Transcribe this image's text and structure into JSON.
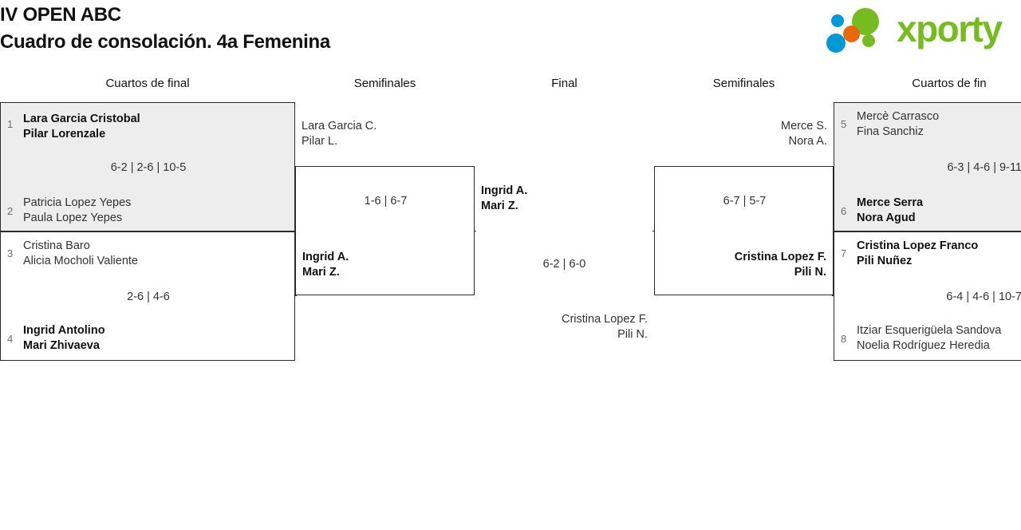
{
  "header": {
    "tournament": "IV OPEN ABC",
    "subtitle": "Cuadro de consolación. 4a Femenina",
    "logo": {
      "wordmark": "xporty",
      "colors": {
        "green": "#76bc21",
        "blue": "#0099d8",
        "orange": "#e8690b"
      }
    }
  },
  "rounds": [
    {
      "id": "qf-left",
      "label": "Cuartos de final"
    },
    {
      "id": "sf-left",
      "label": "Semifinales"
    },
    {
      "id": "final",
      "label": "Final"
    },
    {
      "id": "sf-right",
      "label": "Semifinales"
    },
    {
      "id": "qf-right",
      "label": "Cuartos de fin"
    }
  ],
  "matches": {
    "qf1": {
      "score": "6-2 | 2-6 | 10-5",
      "top": {
        "seed": "1",
        "p1": "Lara Garcia Cristobal",
        "p2": "Pilar Lorenzale",
        "winner": true
      },
      "bottom": {
        "seed": "2",
        "p1": "Patricia Lopez Yepes",
        "p2": "Paula Lopez Yepes",
        "winner": false
      }
    },
    "qf2": {
      "score": "2-6 | 4-6",
      "top": {
        "seed": "3",
        "p1": "Cristina Baro",
        "p2": "Alicia Mocholi Valiente",
        "winner": false
      },
      "bottom": {
        "seed": "4",
        "p1": "Ingrid Antolino",
        "p2": "Mari Zhivaeva",
        "winner": true
      }
    },
    "sf_left": {
      "score": "1-6 | 6-7",
      "top": {
        "p1": "Lara Garcia C.",
        "p2": "Pilar L.",
        "winner": false
      },
      "bottom": {
        "p1": "Ingrid A.",
        "p2": "Mari Z.",
        "winner": true
      }
    },
    "final": {
      "score": "6-2 | 6-0",
      "top": {
        "p1": "Ingrid A.",
        "p2": "Mari Z.",
        "winner": true
      },
      "bottom": {
        "p1": "Cristina Lopez F.",
        "p2": "Pili N.",
        "winner": false
      }
    },
    "sf_right": {
      "score": "6-7 | 5-7",
      "top": {
        "p1": "Merce S.",
        "p2": "Nora A.",
        "winner": false
      },
      "bottom": {
        "p1": "Cristina Lopez F.",
        "p2": "Pili N.",
        "winner": true
      }
    },
    "qf3": {
      "score": "6-3 | 4-6 | 9-11",
      "top": {
        "seed": "5",
        "p1": "Mercè Carrasco",
        "p2": "Fina Sanchiz",
        "winner": false
      },
      "bottom": {
        "seed": "6",
        "p1": "Merce Serra",
        "p2": "Nora Agud",
        "winner": true
      }
    },
    "qf4": {
      "score": "6-4 | 4-6 | 10-7",
      "top": {
        "seed": "7",
        "p1": "Cristina Lopez Franco",
        "p2": "Pili Nuñez",
        "winner": true
      },
      "bottom": {
        "seed": "8",
        "p1": "Itziar Esquerigüela Sandova",
        "p2": "Noelia Rodríguez Heredia",
        "winner": false
      }
    }
  }
}
